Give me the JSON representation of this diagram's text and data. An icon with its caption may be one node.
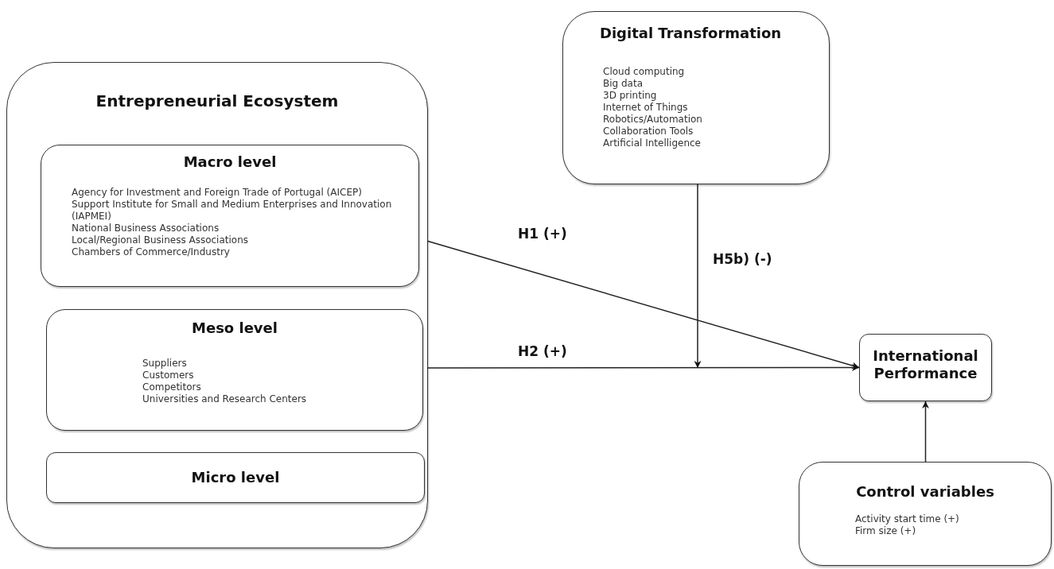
{
  "diagram": {
    "nodes": [
      {
        "text": [
          "Entrepreneurial Ecosystem"
        ]
      },
      {
        "text": [
          "Macro level",
          "Agency for Investment and Foreign Trade of Portugal (AICEP)",
          "Support Institute for Small and Medium Enterprises and Innovation (IAPMEI)",
          "National Business Associations",
          "Local/Regional Business Associations",
          "Chambers of Commerce/Industry"
        ],
        "in": 0
      },
      {
        "text": [
          "Meso level",
          "Suppliers",
          "Customers",
          "Competitors",
          "Universities and Research Centers"
        ],
        "in": 0
      },
      {
        "text": [
          "Micro level"
        ],
        "in": 0
      },
      {
        "text": [
          "Digital Transformation",
          "Cloud computing",
          "Big data",
          "3D printing",
          "Internet of Things",
          "Robotics/Automation",
          "Collaboration Tools",
          "Artificial Intelligence"
        ]
      },
      {
        "text": [
          "International Performance"
        ]
      },
      {
        "text": [
          "Control variables",
          "Activity start time (+)",
          "Firm size (+)"
        ]
      }
    ],
    "edges": [
      {
        "from": 1,
        "to": 5,
        "arrow": "to",
        "label": "H1 (+)"
      },
      {
        "from": 2,
        "to": 5,
        "arrow": "to",
        "label": "H2 (+)"
      },
      {
        "from": 4,
        "to": null,
        "arrow": "to",
        "label": "H5b) (-)"
      },
      {
        "from": 6,
        "to": 5,
        "arrow": "to"
      }
    ]
  }
}
